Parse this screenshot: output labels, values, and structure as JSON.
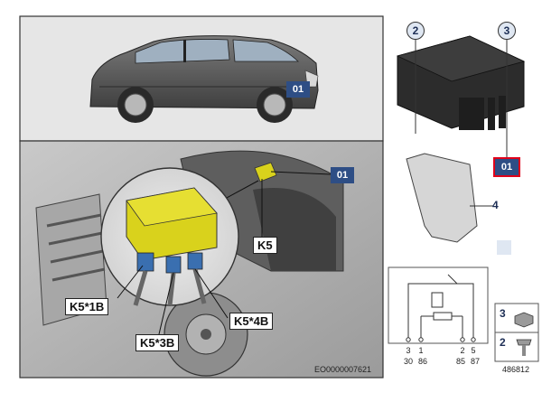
{
  "top_image": {
    "callout": "01"
  },
  "main_image": {
    "callout": "01",
    "labels": {
      "k5": "K5",
      "k5_1b": "K5*1B",
      "k5_3b": "K5*3B",
      "k5_4b": "K5*4B"
    },
    "doc_id": "EO0000007621"
  },
  "relay_detail": {
    "callout_2": "2",
    "callout_3": "3",
    "callout_01": "01",
    "bracket_callout": "4"
  },
  "pin_diagram": {
    "top_row": [
      "3",
      "1",
      "2",
      "5"
    ],
    "bottom_row": [
      "30",
      "86",
      "85",
      "87"
    ]
  },
  "fasteners": {
    "nut_num": "3",
    "screw_num": "2",
    "ref": "486812"
  },
  "colors": {
    "badge_blue": "#2e4e85",
    "relay_yellow": "#d9d21c",
    "highlight_red": "#e0001a"
  }
}
